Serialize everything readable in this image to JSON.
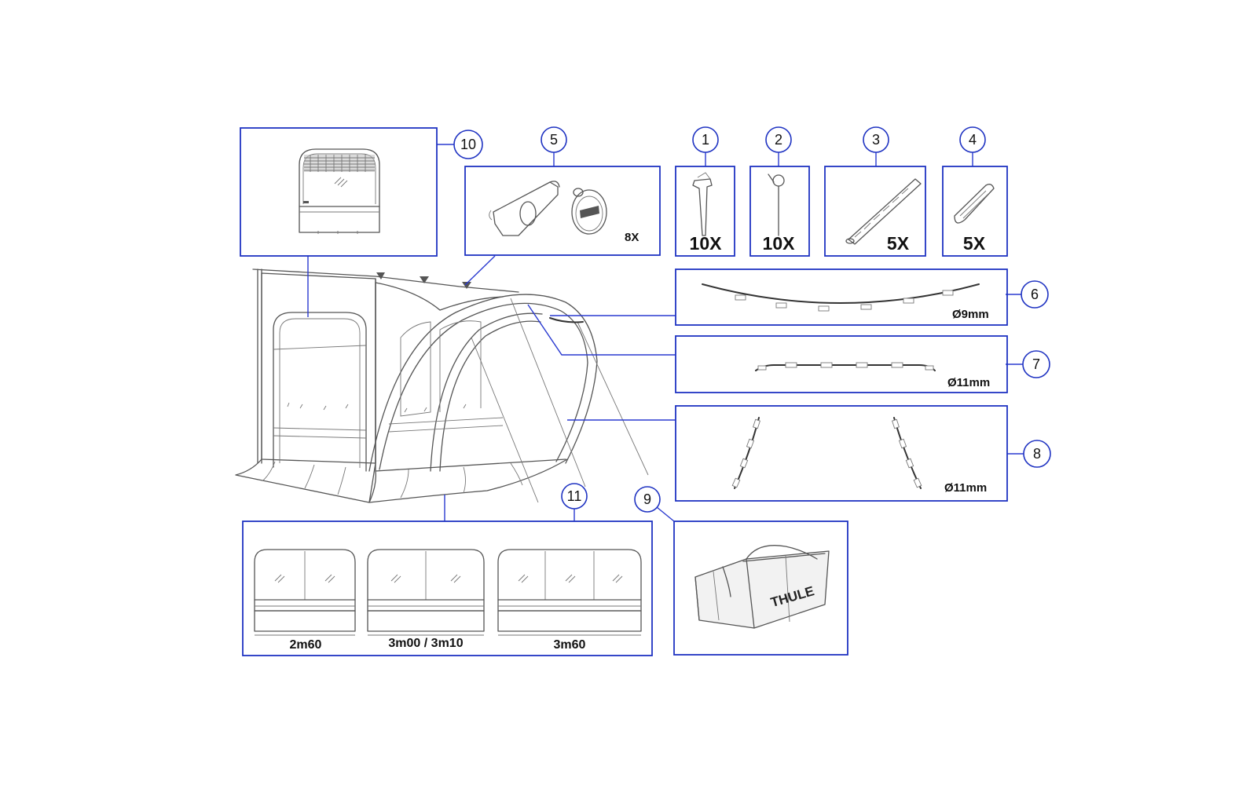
{
  "callouts": {
    "c1": "1",
    "c2": "2",
    "c3": "3",
    "c4": "4",
    "c5": "5",
    "c6": "6",
    "c7": "7",
    "c8": "8",
    "c9": "9",
    "c10": "10",
    "c11": "11"
  },
  "quantities": {
    "part1": "10X",
    "part2": "10X",
    "part3": "5X",
    "part4": "5X",
    "part5": "8X"
  },
  "poles": {
    "part6": "Ø9mm",
    "part7": "Ø11mm",
    "part8": "Ø11mm"
  },
  "panel_sizes": [
    "2m60",
    "3m00 / 3m10",
    "3m60"
  ],
  "brand": "THULE",
  "colors": {
    "outline": "#1f33c2",
    "ink": "#555555"
  }
}
